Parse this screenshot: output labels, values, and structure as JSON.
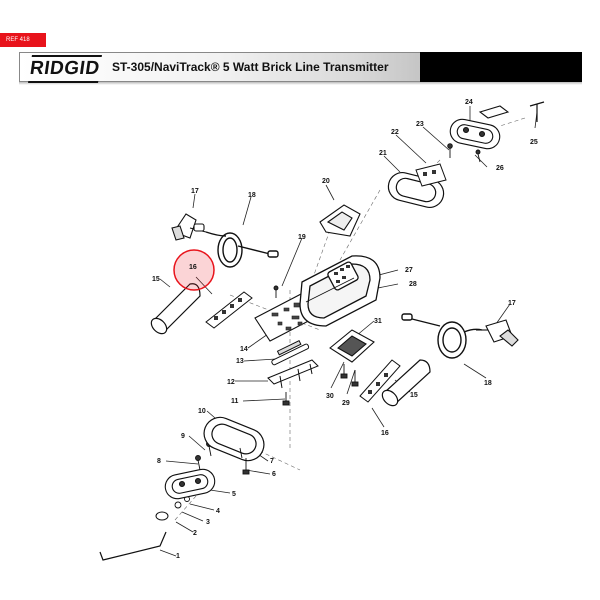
{
  "header": {
    "ref_tag": "REF 418",
    "brand": "RIDGID",
    "title": "ST-305/NaviTrack® 5 Watt Brick Line Transmitter"
  },
  "callouts": [
    "1",
    "2",
    "3",
    "4",
    "5",
    "6",
    "7",
    "8",
    "9",
    "10",
    "11",
    "12",
    "13",
    "14",
    "15",
    "15",
    "16",
    "16",
    "17",
    "17",
    "18",
    "18",
    "19",
    "20",
    "21",
    "22",
    "23",
    "24",
    "25",
    "26",
    "27",
    "28",
    "29",
    "30",
    "31"
  ],
  "highlighted_callout": "16",
  "colors": {
    "highlight": "#e8131b",
    "highlight_fill": "rgba(232,19,27,0.18)",
    "header_black": "#000000",
    "ref_tag": "#e8131b"
  }
}
